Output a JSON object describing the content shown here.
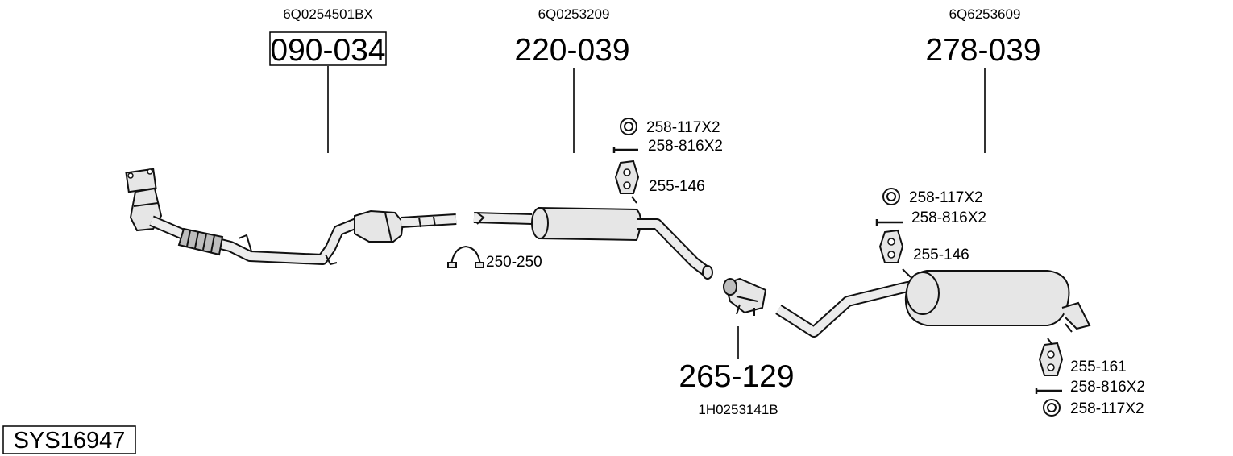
{
  "system_id": "SYS16947",
  "parts": {
    "catalyst": {
      "oem": "6Q0254501BX",
      "number": "090-034"
    },
    "middle_silencer": {
      "oem": "6Q0253209",
      "number": "220-039"
    },
    "rear_silencer": {
      "oem": "6Q6253609",
      "number": "278-039"
    },
    "connector_pipe": {
      "oem": "1H0253141B",
      "number": "265-129"
    }
  },
  "accessories": {
    "clamp_1": "250-250",
    "ring_1": "258-117X2",
    "bolt_1": "258-816X2",
    "rubber_1": "255-146",
    "ring_2": "258-117X2",
    "bolt_2": "258-816X2",
    "rubber_2": "255-146",
    "rubber_3": "255-161",
    "bolt_3": "258-816X2",
    "ring_3": "258-117X2"
  }
}
